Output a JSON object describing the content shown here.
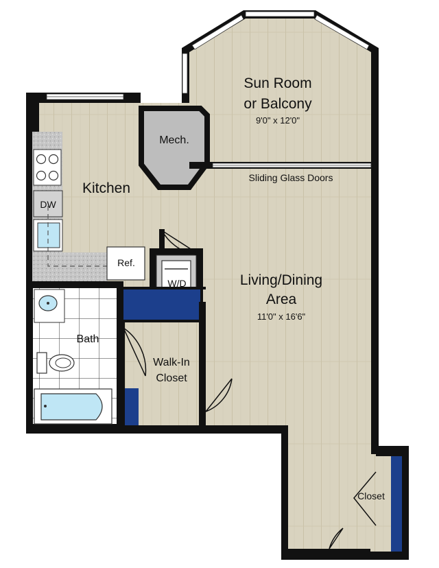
{
  "colors": {
    "wall": "#111111",
    "floor": "#d9d3bf",
    "plank_line": "#c8c0a6",
    "mech": "#bdbdbd",
    "tile": "#ffffff",
    "counter": "#c9c9c9",
    "closet_accent": "#1c3f8c",
    "water": "#bfe6f5",
    "window": "#ffffff"
  },
  "rooms": {
    "sun_room": {
      "name_line1": "Sun Room",
      "name_line2": "or Balcony",
      "dimensions": "9'0\" x 12'0\""
    },
    "mech": {
      "name": "Mech."
    },
    "kitchen": {
      "name": "Kitchen"
    },
    "sliding_doors": {
      "name": "Sliding Glass Doors"
    },
    "dishwasher": {
      "name": "DW"
    },
    "refrigerator": {
      "name": "Ref."
    },
    "washer_dryer": {
      "name": "W/D"
    },
    "living_dining": {
      "name_line1": "Living/Dining",
      "name_line2": "Area",
      "dimensions": "11'0\" x 16'6\""
    },
    "bath": {
      "name": "Bath"
    },
    "walk_in_closet": {
      "name_line1": "Walk-In",
      "name_line2": "Closet"
    },
    "closet": {
      "name": "Closet"
    }
  }
}
